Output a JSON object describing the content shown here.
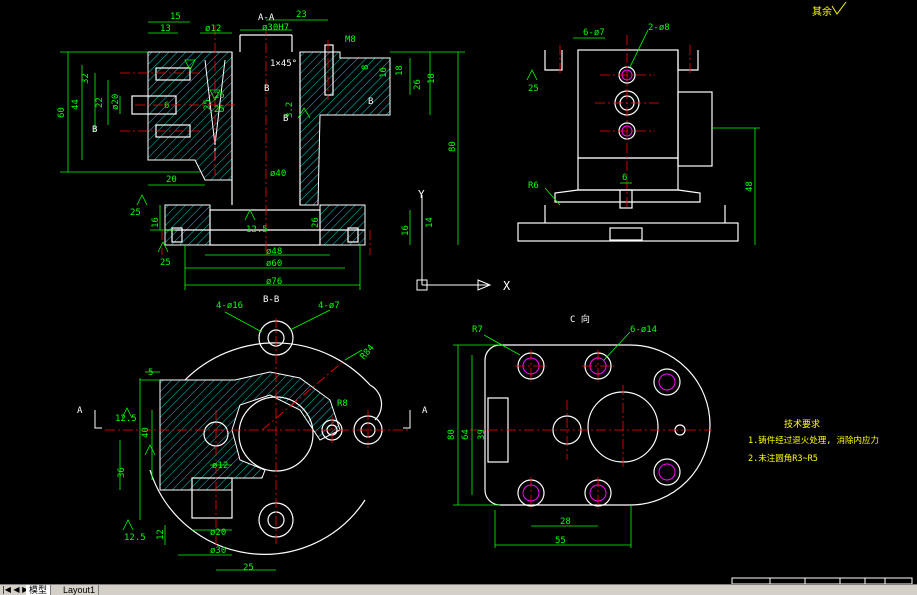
{
  "colors": {
    "background": "#000000",
    "outline": "#ffffff",
    "dimension": "#00ff00",
    "centerline": "#ff0000",
    "hatch": "#00ffff",
    "hole": "#ff00ff",
    "note": "#ffff00",
    "tab_bar": "#d4d0c8"
  },
  "view_labels": {
    "section_aa": "A-A",
    "section_bb": "B-B",
    "view_c": "C 向",
    "roughness_rest": "其余"
  },
  "top_left_dims": [
    "15",
    "13",
    "ø12",
    "ø30H7",
    "23",
    "M8",
    "1×45°",
    "32",
    "22",
    "44",
    "60",
    "ø20",
    "6",
    "18",
    "16",
    "8",
    "18",
    "26",
    "80",
    "20",
    "25",
    "25",
    "ø40",
    "3.2",
    "12.5",
    "16",
    "ø48",
    "ø60",
    "ø76",
    "16",
    "14",
    "26",
    "25",
    "25",
    "25"
  ],
  "section_marks": [
    "B",
    "B",
    "B",
    "B"
  ],
  "top_right_dims": [
    "6-ø7",
    "2-ø8",
    "25",
    "R6",
    "6",
    "48"
  ],
  "axis_labels": [
    "Y",
    "X"
  ],
  "bottom_left_dims": [
    "4-ø16",
    "4-ø7",
    "5",
    "12.5",
    "40",
    "ø12",
    "36",
    "12.5",
    "12",
    "ø20",
    "ø30",
    "25",
    "R84",
    "R8"
  ],
  "bottom_left_marks": [
    "A",
    "A"
  ],
  "bottom_right_dims": [
    "R7",
    "6-ø14",
    "80",
    "64",
    "39",
    "28",
    "55"
  ],
  "tech_notes": {
    "title": "技术要求",
    "line1": "1.铸件经过退火处理, 消除内应力",
    "line2": "2.未注圆角R3~R5"
  },
  "tabs": {
    "nav": "|◀ ◀ ▶ ▶|",
    "model": "模型",
    "layout": "Layout1"
  }
}
